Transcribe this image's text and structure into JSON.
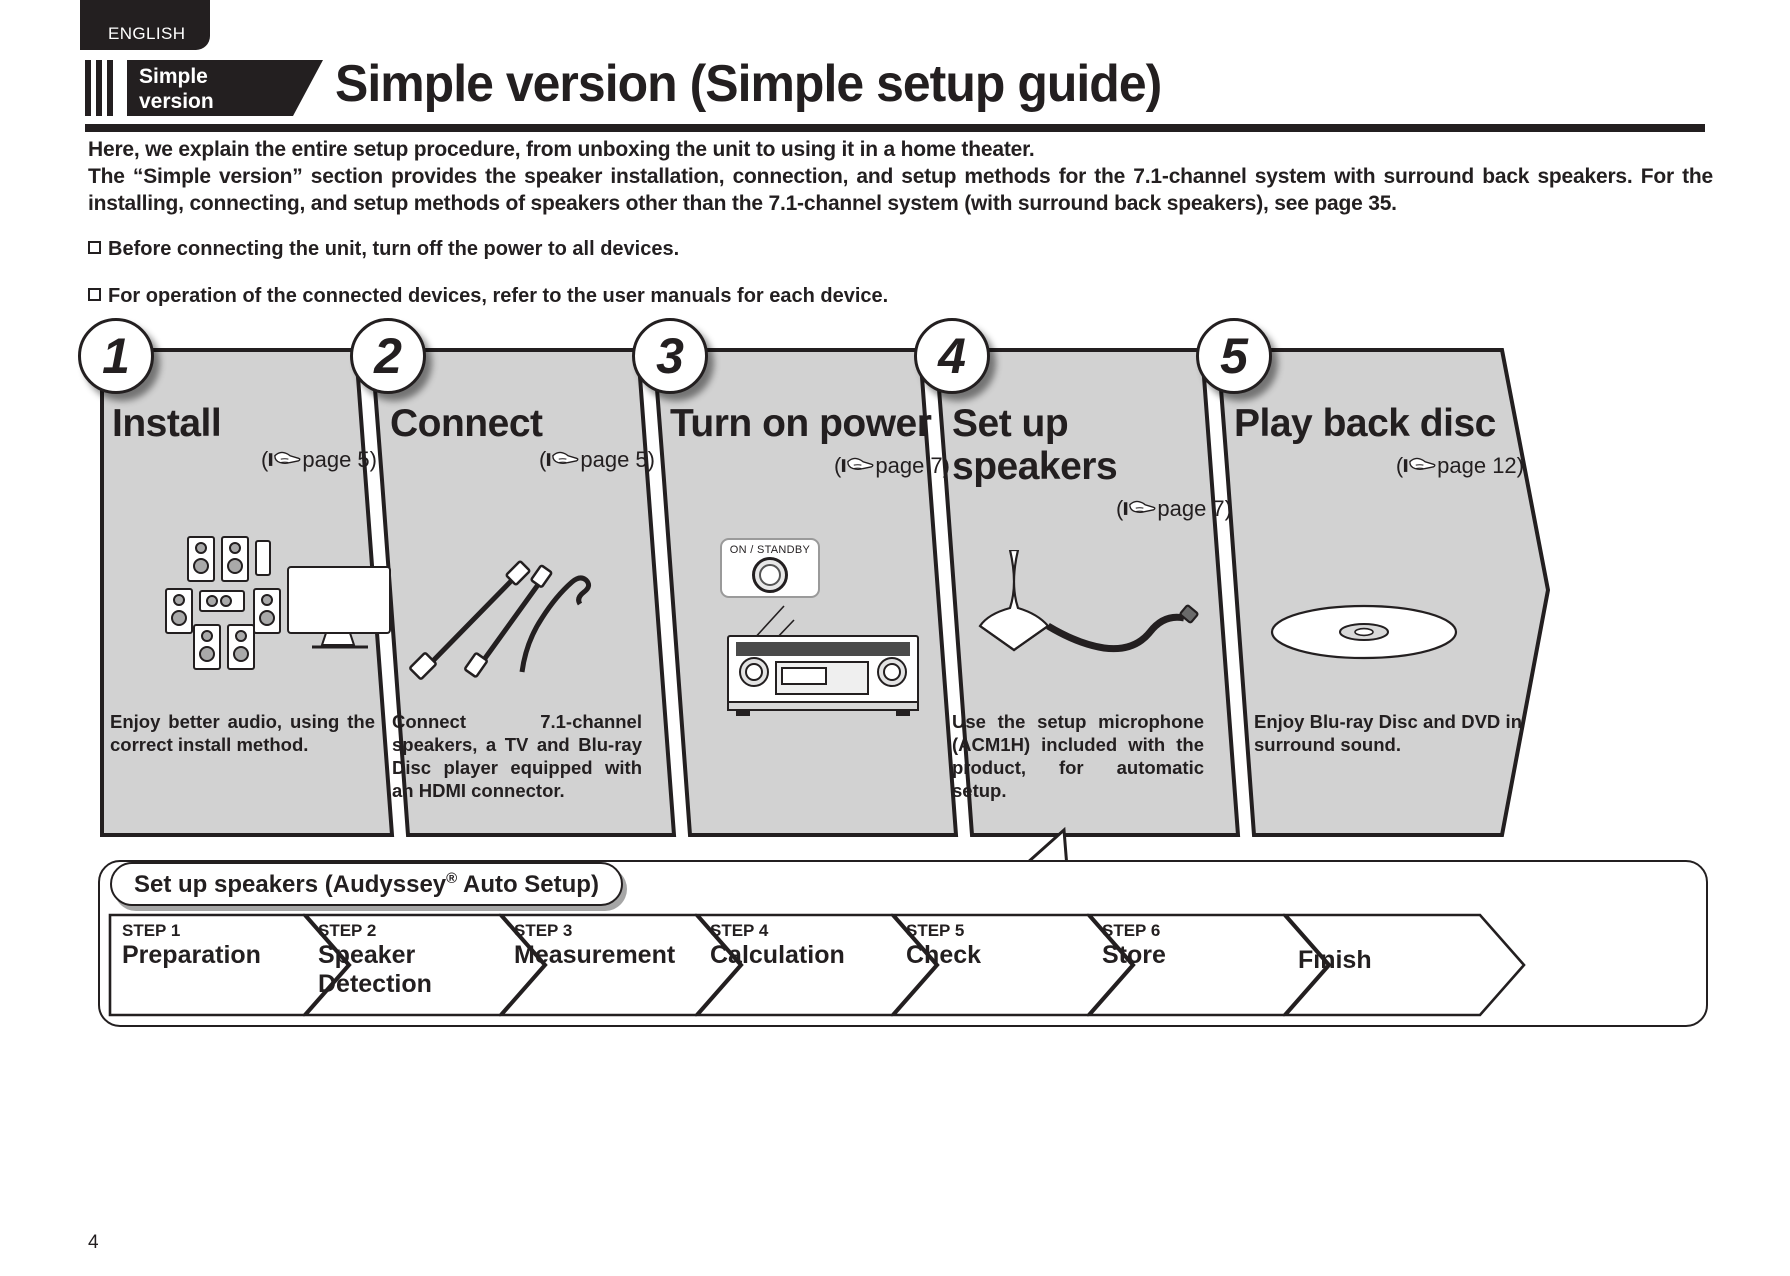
{
  "header": {
    "language_tab": "ENGLISH",
    "tag_line1": "Simple",
    "tag_line2": "version",
    "title": "Simple version (Simple setup guide)"
  },
  "intro": {
    "para1": "Here, we explain the entire setup procedure, from unboxing the unit to using it in a home theater.",
    "para2": "The “Simple version” section provides the speaker installation, connection, and setup methods for the 7.1-channel system with surround back speakers. For the installing, connecting, and setup methods of speakers other than the 7.1-channel system (with surround back speakers), see page 35.",
    "bullet1": "Before connecting the unit, turn off the power to all devices.",
    "bullet2": "For operation of the connected devices, refer to the user manuals for each device."
  },
  "panels": [
    {
      "number": "1",
      "title": "Install",
      "pageref": "page 5",
      "caption": "Enjoy better audio, using the correct install method.",
      "illustration": "speakers-and-tv-illustration"
    },
    {
      "number": "2",
      "title": "Connect",
      "pageref": "page 5",
      "caption": "Connect 7.1-channel speakers, a TV and Blu-ray Disc player equipped with an HDMI connector.",
      "illustration": "cables-illustration"
    },
    {
      "number": "3",
      "title": "Turn on power",
      "pageref": "page 7",
      "caption": "",
      "illustration": "receiver-power-button-illustration",
      "callout_label": "ON / STANDBY"
    },
    {
      "number": "4",
      "title": "Set up speakers",
      "pageref": "page 7",
      "caption": "Use the setup microphone (ACM1H) included with the product, for automatic setup.",
      "illustration": "setup-microphone-illustration"
    },
    {
      "number": "5",
      "title": "Play back disc",
      "pageref": "page 12",
      "caption": "Enjoy Blu-ray Disc and DVD in surround sound.",
      "illustration": "disc-illustration"
    }
  ],
  "audyssey": {
    "label_text": "Set up speakers (Audyssey",
    "label_reg": "®",
    "label_tail": " Auto Setup)",
    "steps": [
      {
        "step": "STEP 1",
        "name_line1": "Preparation",
        "name_line2": ""
      },
      {
        "step": "STEP 2",
        "name_line1": "Speaker",
        "name_line2": "Detection"
      },
      {
        "step": "STEP 3",
        "name_line1": "Measurement",
        "name_line2": ""
      },
      {
        "step": "STEP 4",
        "name_line1": "Calculation",
        "name_line2": ""
      },
      {
        "step": "STEP 5",
        "name_line1": "Check",
        "name_line2": ""
      },
      {
        "step": "STEP 6",
        "name_line1": "Store",
        "name_line2": ""
      },
      {
        "step": "",
        "name_line1": "Finish",
        "name_line2": ""
      }
    ]
  },
  "footer": {
    "page_number": "4"
  },
  "colors": {
    "ink": "#231f20",
    "panel_fill": "#d2d2d2",
    "paper": "#ffffff"
  }
}
